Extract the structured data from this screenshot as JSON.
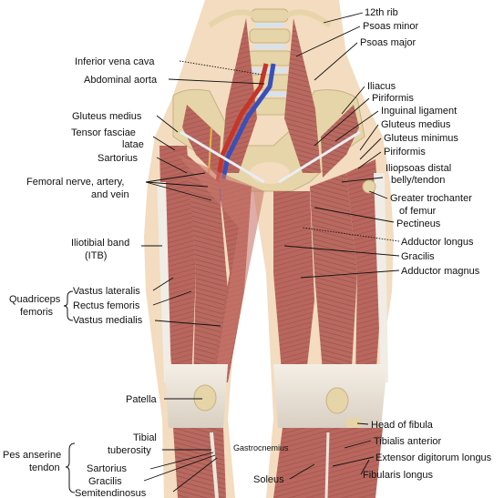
{
  "labels": {
    "rib12": "12th rib",
    "psoas_minor": "Psoas minor",
    "psoas_major": "Psoas major",
    "inferior_vena_cava": "Inferior vena cava",
    "abdominal_aorta": "Abdominal aorta",
    "iliacus": "Iliacus",
    "piriformis_top": "Piriformis",
    "inguinal_ligament": "Inguinal ligament",
    "gluteus_medius_left": "Gluteus medius",
    "gluteus_medius_right": "Gluteus medius",
    "gluteus_minimus": "Gluteus minimus",
    "piriformis_right": "Piriformis",
    "tensor_fasciae_1": "Tensor fasciae",
    "tensor_fasciae_2": "latae",
    "sartorius_left": "Sartorius",
    "iliopsoas_1": "Iliopsoas distal",
    "iliopsoas_2": "belly/tendon",
    "femoral_1": "Femoral nerve, artery,",
    "femoral_2": "and vein",
    "greater_trochanter_1": "Greater trochanter",
    "greater_trochanter_2": "of femur",
    "pectineus": "Pectineus",
    "adductor_longus": "Adductor longus",
    "iliotibial_1": "Iliotibial band",
    "iliotibial_2": "(ITB)",
    "gracilis_right": "Gracilis",
    "adductor_magnus": "Adductor magnus",
    "quadriceps_1": "Quadriceps",
    "quadriceps_2": "femoris",
    "vastus_lateralis": "Vastus lateralis",
    "rectus_femoris": "Rectus femoris",
    "vastus_medialis": "Vastus medialis",
    "patella": "Patella",
    "head_of_fibula": "Head of fibula",
    "tibialis_anterior": "Tibialis anterior",
    "tibial_tuberosity_1": "Tibial",
    "tibial_tuberosity_2": "tuberosity",
    "gastrocnemius": "Gastrocnemius",
    "extensor_digitorum": "Extensor digitorum longus",
    "pes_anserine_1": "Pes anserine",
    "pes_anserine_2": "tendon",
    "sartorius_bottom": "Sartorius",
    "gracilis_bottom": "Gracilis",
    "semitendinosus": "Semitendinosus",
    "soleus": "Soleus",
    "fibularis_longus": "Fibularis longus"
  },
  "colors": {
    "muscle": "#b9675e",
    "muscle_dark": "#8e4640",
    "muscle_light": "#d48f84",
    "tendon": "#ece6dc",
    "bone": "#e6d5a8",
    "skin": "#f3dcbf",
    "vein": "#3a4fb8",
    "artery": "#c4362a",
    "ligament": "#e8eef4"
  }
}
